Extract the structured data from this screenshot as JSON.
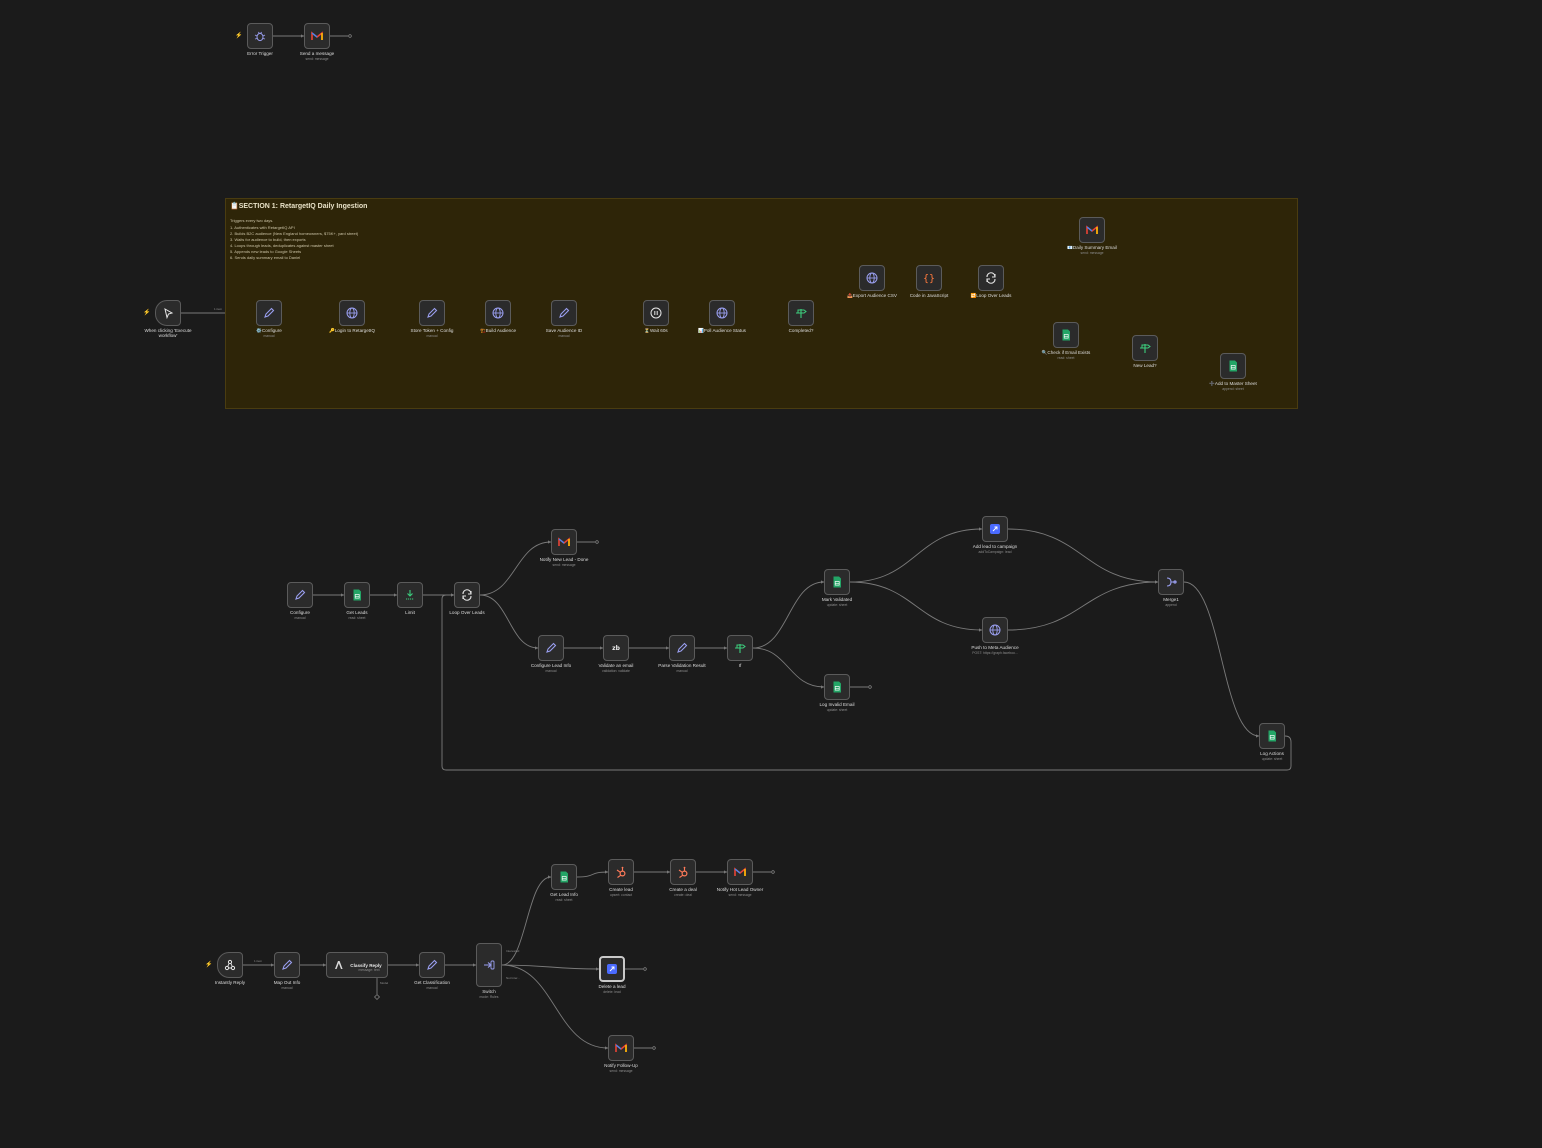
{
  "canvas_background": "#1b1b1b",
  "accent_colors": {
    "node_border": "#5b5b5b",
    "edge": "#7a7a7a",
    "sticky": "#2e2508",
    "trigger_mark": "#ff7a3d"
  },
  "sticky_note": {
    "title": "📋SECTION 1: RetargetIQ Daily Ingestion",
    "intro": "Triggers every two days.",
    "steps": [
      "1. Authenticates with RetargetIQ API",
      "2. Builds B2C audience (New England homeowners, $75K+, yard street)",
      "3. Waits for audience to build, then exports",
      "4. Loops through leads, deduplicates against master sheet",
      "5. Appends new leads to Google Sheets",
      "6. Sends daily summary email to Daniel"
    ]
  },
  "nodes": [
    {
      "id": "error_trigger",
      "label": "Error Trigger",
      "sub": "",
      "icon": "bug-icon"
    },
    {
      "id": "send_message_err",
      "label": "Send a message",
      "sub": "send: message",
      "icon": "gmail-icon"
    },
    {
      "id": "manual_trigger",
      "label": "When clicking 'Execute workflow'",
      "sub": "",
      "icon": "cursor-icon"
    },
    {
      "id": "configure_1",
      "label": "⚙️Configure",
      "sub": "manual",
      "icon": "pencil-icon"
    },
    {
      "id": "login_retargetiq",
      "label": "🔑Login to RetargetIQ",
      "sub": "",
      "icon": "globe-icon"
    },
    {
      "id": "store_token",
      "label": "Store Token + Config",
      "sub": "manual",
      "icon": "pencil-icon"
    },
    {
      "id": "build_audience",
      "label": "🏗️Build Audience",
      "sub": "",
      "icon": "globe-icon"
    },
    {
      "id": "save_audience_id",
      "label": "Save Audience ID",
      "sub": "manual",
      "icon": "pencil-icon"
    },
    {
      "id": "wait_60s",
      "label": "⏳Wait 60s",
      "sub": "",
      "icon": "pause-icon"
    },
    {
      "id": "poll_audience",
      "label": "📊Poll Audience Status",
      "sub": "",
      "icon": "globe-icon"
    },
    {
      "id": "completed_if",
      "label": "Completed?",
      "sub": "",
      "icon": "if-icon"
    },
    {
      "id": "export_csv",
      "label": "📤Export Audience CSV",
      "sub": "",
      "icon": "globe-icon"
    },
    {
      "id": "code_js",
      "label": "Code in JavaScript",
      "sub": "",
      "icon": "code-icon"
    },
    {
      "id": "loop_leads_1",
      "label": "🔁Loop Over Leads",
      "sub": "",
      "icon": "loop-icon"
    },
    {
      "id": "daily_summary",
      "label": "📧Daily Summary Email",
      "sub": "send: message",
      "icon": "gmail-icon"
    },
    {
      "id": "check_email",
      "label": "🔍Check if Email Exists",
      "sub": "read: sheet",
      "icon": "sheets-icon"
    },
    {
      "id": "new_lead_if",
      "label": "New Lead?",
      "sub": "",
      "icon": "if-icon"
    },
    {
      "id": "add_master",
      "label": "➕Add to Master Sheet",
      "sub": "append: sheet",
      "icon": "sheets-icon"
    },
    {
      "id": "configure_2",
      "label": "Configure",
      "sub": "manual",
      "icon": "pencil-icon"
    },
    {
      "id": "get_leads",
      "label": "Get Leads",
      "sub": "read: sheet",
      "icon": "sheets-icon"
    },
    {
      "id": "limit",
      "label": "Limit",
      "sub": "",
      "icon": "limit-icon"
    },
    {
      "id": "loop_leads_2",
      "label": "Loop Over Leads",
      "sub": "",
      "icon": "loop-icon"
    },
    {
      "id": "notify_new_lead",
      "label": "Notify New Lead - Done",
      "sub": "send: message",
      "icon": "gmail-icon"
    },
    {
      "id": "configure_lead_info",
      "label": "Configure Lead Info",
      "sub": "manual",
      "icon": "pencil-icon"
    },
    {
      "id": "validate_email",
      "label": "Validate an email",
      "sub": "validation: validate",
      "icon": "zb-icon"
    },
    {
      "id": "parse_validation",
      "label": "Parse Validation Result",
      "sub": "manual",
      "icon": "pencil-icon"
    },
    {
      "id": "if_node",
      "label": "If",
      "sub": "",
      "icon": "if-icon"
    },
    {
      "id": "mark_validated",
      "label": "Mark Validated",
      "sub": "update: sheet",
      "icon": "sheets-icon"
    },
    {
      "id": "log_invalid",
      "label": "Log Invalid Email",
      "sub": "update: sheet",
      "icon": "sheets-icon"
    },
    {
      "id": "add_campaign",
      "label": "Add lead to campaign",
      "sub": "addToCampaign: lead",
      "icon": "instantly-icon"
    },
    {
      "id": "push_meta",
      "label": "Push to Meta Audience",
      "sub": "POST: https://graph.faceboo...",
      "icon": "globe-icon"
    },
    {
      "id": "merge",
      "label": "Merge1",
      "sub": "append",
      "icon": "merge-icon"
    },
    {
      "id": "log_actions",
      "label": "Log Actions",
      "sub": "update: sheet",
      "icon": "sheets-icon"
    },
    {
      "id": "instantly_reply",
      "label": "Instantly Reply",
      "sub": "",
      "icon": "webhook-icon"
    },
    {
      "id": "map_out_info",
      "label": "Map Out Info",
      "sub": "manual",
      "icon": "pencil-icon"
    },
    {
      "id": "classify_reply",
      "label": "Classify Reply",
      "sub": "message: text",
      "icon": "anthropic-icon"
    },
    {
      "id": "get_classification",
      "label": "Get Classification",
      "sub": "manual",
      "icon": "pencil-icon"
    },
    {
      "id": "switch",
      "label": "Switch",
      "sub": "mode: Rules",
      "icon": "switch-icon"
    },
    {
      "id": "get_lead_info",
      "label": "Get Lead Info",
      "sub": "read: sheet",
      "icon": "sheets-icon"
    },
    {
      "id": "create_lead",
      "label": "Create lead",
      "sub": "upsert: contact",
      "icon": "hubspot-icon"
    },
    {
      "id": "create_deal",
      "label": "Create a deal",
      "sub": "create: deal",
      "icon": "hubspot-icon"
    },
    {
      "id": "notify_hot_lead",
      "label": "Notify Hot Lead Owner",
      "sub": "send: message",
      "icon": "gmail-icon"
    },
    {
      "id": "delete_lead",
      "label": "Delete a lead",
      "sub": "delete: lead",
      "icon": "instantly-icon"
    },
    {
      "id": "notify_follow_up",
      "label": "Notify Follow-Up",
      "sub": "send: message",
      "icon": "gmail-icon"
    }
  ],
  "edge_labels": {
    "items_1": "1 item",
    "items_2": "1 item",
    "switch_out": [
      "Interested",
      "",
      "",
      "Not Inter..."
    ]
  },
  "classify_model": "Model"
}
